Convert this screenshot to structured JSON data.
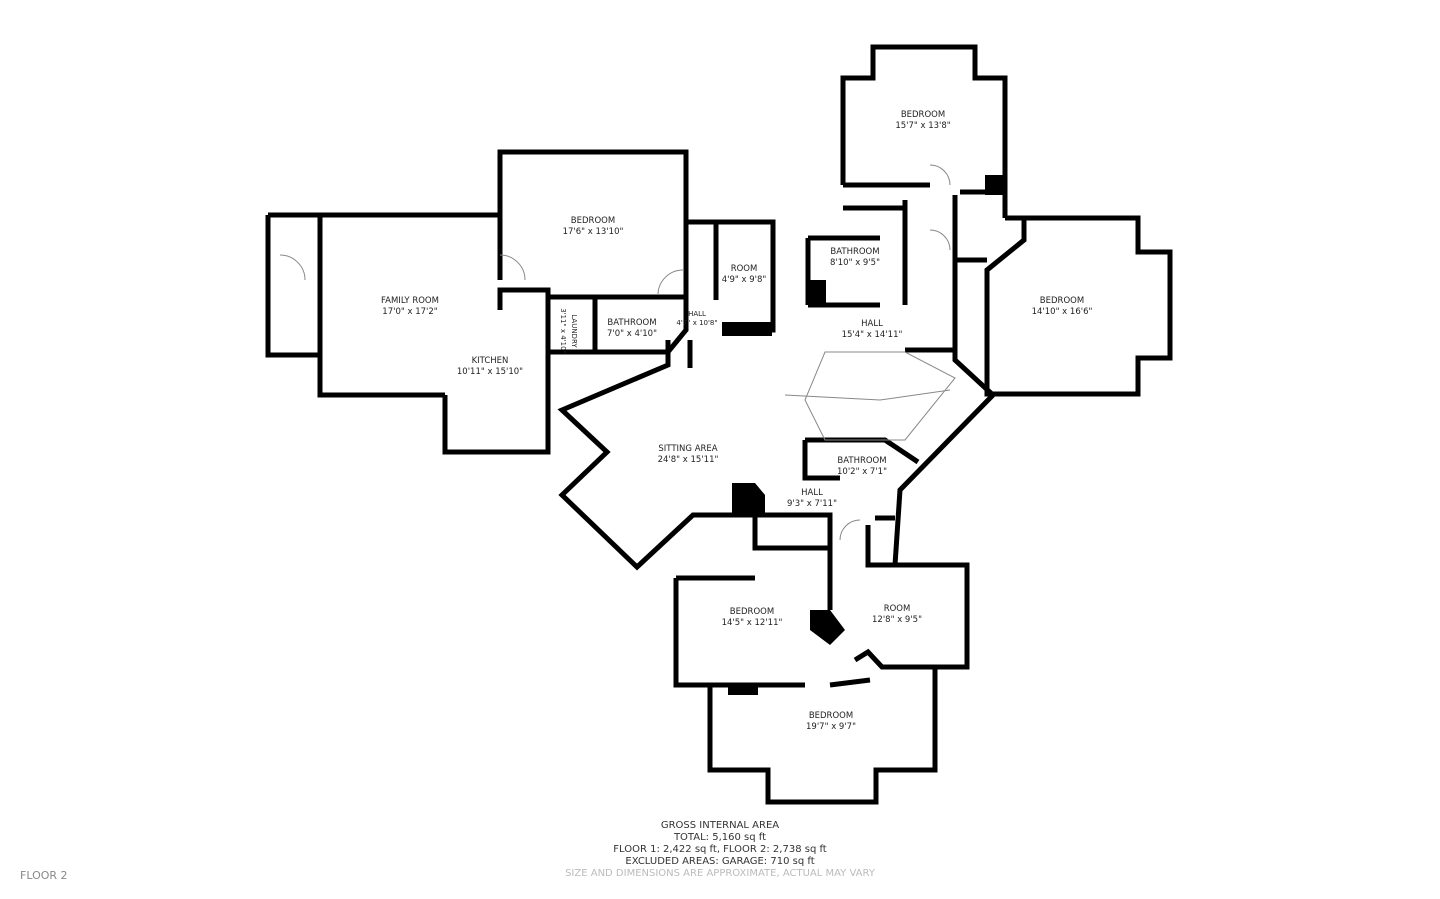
{
  "floor_label": "FLOOR 2",
  "rooms": [
    {
      "name": "FAMILY ROOM",
      "dims": "17'0\" x 17'2\""
    },
    {
      "name": "BEDROOM",
      "dims": "17'6\" x 13'10\""
    },
    {
      "name": "ROOM",
      "dims": "4'9\" x 9'8\""
    },
    {
      "name": "KITCHEN",
      "dims": "10'11\" x 15'10\""
    },
    {
      "name": "LAUNDRY",
      "dims": "3'11\" x 4'10\""
    },
    {
      "name": "BATHROOM",
      "dims": "7'0\" x 4'10\""
    },
    {
      "name": "HALL",
      "dims": "4'7\" x 10'8\""
    },
    {
      "name": "BEDROOM",
      "dims": "15'7\" x 13'8\""
    },
    {
      "name": "BATHROOM",
      "dims": "8'10\" x 9'5\""
    },
    {
      "name": "HALL",
      "dims": "15'4\" x 14'11\""
    },
    {
      "name": "BEDROOM",
      "dims": "14'10\" x 16'6\""
    },
    {
      "name": "SITTING AREA",
      "dims": "24'8\" x 15'11\""
    },
    {
      "name": "BATHROOM",
      "dims": "10'2\" x 7'1\""
    },
    {
      "name": "HALL",
      "dims": "9'3\" x 7'11\""
    },
    {
      "name": "BEDROOM",
      "dims": "14'5\" x 12'11\""
    },
    {
      "name": "ROOM",
      "dims": "12'8\" x 9'5\""
    },
    {
      "name": "BEDROOM",
      "dims": "19'7\" x 9'7\""
    }
  ],
  "summary": {
    "title": "GROSS INTERNAL AREA",
    "total": "TOTAL: 5,160 sq ft",
    "floors": "FLOOR 1: 2,422 sq ft, FLOOR 2: 2,738 sq ft",
    "excluded": "EXCLUDED AREAS: GARAGE: 710 sq ft",
    "note": "SIZE AND DIMENSIONS ARE APPROXIMATE, ACTUAL MAY VARY"
  },
  "colors": {
    "wall": "#000000",
    "text": "#222222",
    "note": "#bbbbbb"
  }
}
